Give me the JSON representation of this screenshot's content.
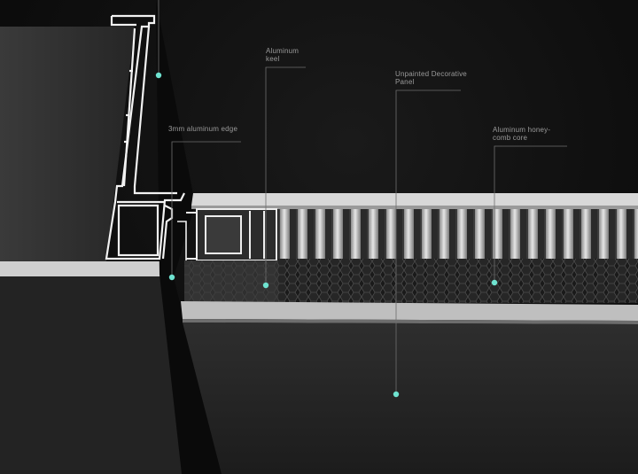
{
  "labels": {
    "aluminum_keel": "Aluminum\nkeel",
    "decorative_panel": "Unpainted Decorative\nPanel",
    "honeycomb_core": "Aluminum honey-\ncomb core",
    "aluminum_edge": "3mm aluminum edge"
  },
  "colors": {
    "background": "#0f0f0f",
    "panel_face": "#2a2a2a",
    "edge_band": "#cfcfcf",
    "profile_outline": "#f2f2f2",
    "marker": "#6fe3d0"
  }
}
